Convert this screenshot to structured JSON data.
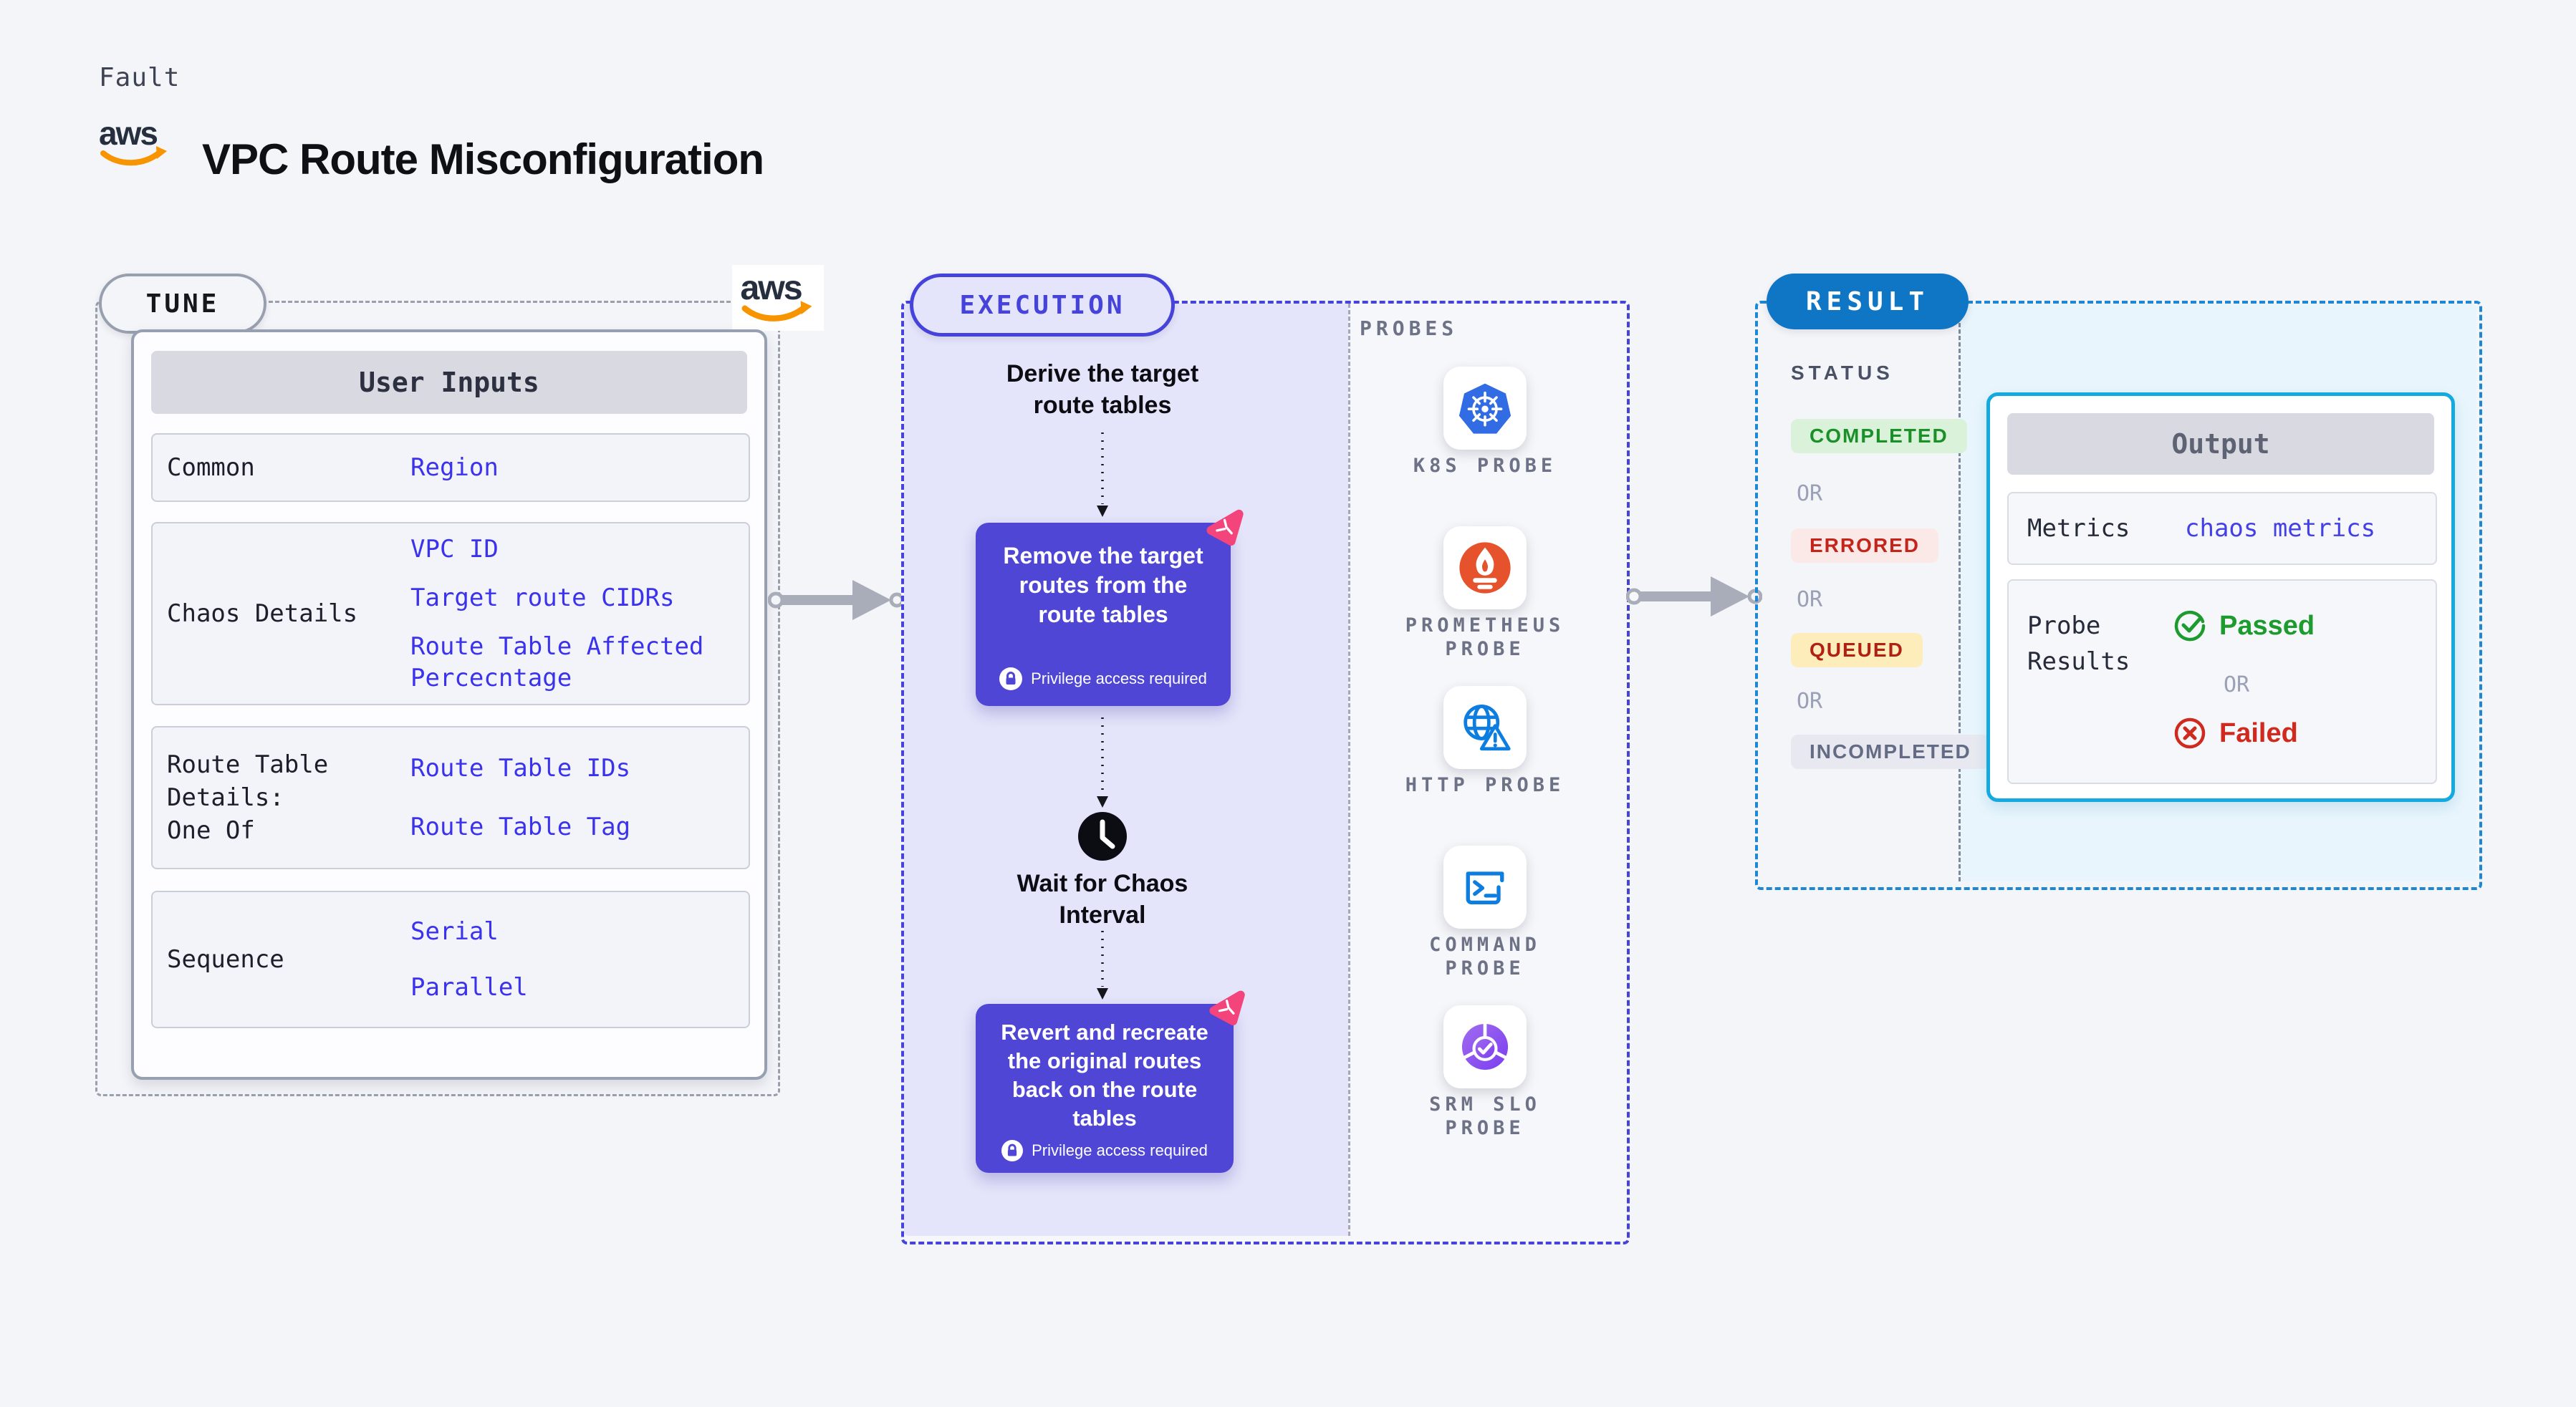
{
  "colors": {
    "page_bg": "#f4f5f9",
    "tune_dash": "#98a0ad",
    "execution_accent": "#4543da",
    "execution_panel_bg": "#e4e4fa",
    "chaos_box_bg": "#4f46d6",
    "value_blue": "#3b32ee",
    "result_pill_bg": "#0f76c5",
    "result_dash": "#1d87d3",
    "output_border": "#14aadf",
    "output_panel_bg": "#e8f5fc",
    "arrow_gray": "#a9acb9",
    "badge_completed_bg": "#d9f2d9",
    "badge_completed_fg": "#1b8f28",
    "badge_errored_bg": "#fbe9e8",
    "badge_errored_fg": "#c3251b",
    "badge_queued_bg": "#fcedbb",
    "badge_queued_fg": "#b02112",
    "badge_incompleted_bg": "#e8e9f0",
    "badge_incompleted_fg": "#646b84",
    "passed_green": "#1d9b2f",
    "failed_red": "#d02a1e",
    "aws_orange": "#f79400",
    "aws_navy": "#252f3e",
    "litmus_pink": "#f4447c"
  },
  "header": {
    "eyebrow": "Fault",
    "title": "VPC Route Misconfiguration",
    "aws_logo_text": "aws"
  },
  "tune": {
    "tag": "TUNE",
    "aws_logo_text": "aws",
    "table": {
      "title": "User Inputs",
      "rows": [
        {
          "label": "Common",
          "values": [
            "Region"
          ]
        },
        {
          "label": "Chaos Details",
          "values": [
            "VPC ID",
            "Target route CIDRs",
            "Route Table Affected\nPercecntage"
          ]
        },
        {
          "label": "Route Table\nDetails:\nOne Of",
          "values": [
            "Route Table IDs",
            "Route Table Tag"
          ]
        },
        {
          "label": "Sequence",
          "values": [
            "Serial",
            "Parallel"
          ]
        }
      ]
    }
  },
  "execution": {
    "tag": "EXECUTION",
    "derive_step": "Derive the target\nroute tables",
    "remove_step": "Remove the target routes from the route tables",
    "wait_step": "Wait for Chaos\nInterval",
    "revert_step": "Revert and recreate the original routes back on the route tables",
    "privilege_note": "Privilege access required"
  },
  "probes": {
    "heading": "PROBES",
    "items": [
      {
        "icon": "k8s-probe-icon",
        "label": "K8S PROBE"
      },
      {
        "icon": "prometheus-probe-icon",
        "label": "PROMETHEUS\nPROBE"
      },
      {
        "icon": "http-probe-icon",
        "label": "HTTP PROBE"
      },
      {
        "icon": "command-probe-icon",
        "label": "COMMAND\nPROBE"
      },
      {
        "icon": "srm-slo-probe-icon",
        "label": "SRM SLO\nPROBE"
      }
    ]
  },
  "result": {
    "tag": "RESULT",
    "status_heading": "STATUS",
    "or_separator": "OR",
    "statuses": [
      {
        "label": "COMPLETED",
        "bg": "#d9f2d9",
        "fg": "#1b8f28"
      },
      {
        "label": "ERRORED",
        "bg": "#fbe9e8",
        "fg": "#c3251b"
      },
      {
        "label": "QUEUED",
        "bg": "#fcedbb",
        "fg": "#b02112"
      },
      {
        "label": "INCOMPLETED",
        "bg": "#e8e9f0",
        "fg": "#646b84"
      }
    ],
    "output": {
      "title": "Output",
      "metrics_label": "Metrics",
      "metrics_value": "chaos metrics",
      "probe_results_label": "Probe\nResults",
      "passed_label": "Passed",
      "or_separator": "OR",
      "failed_label": "Failed"
    }
  }
}
